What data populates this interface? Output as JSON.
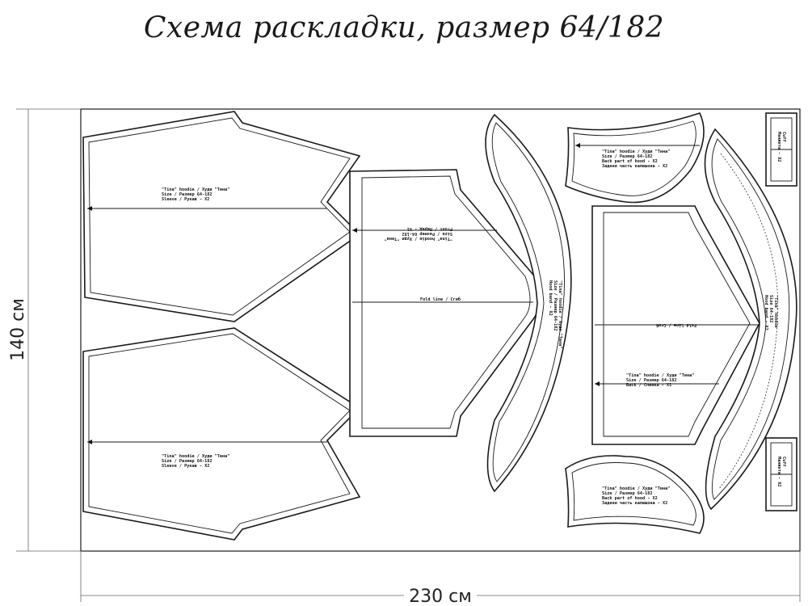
{
  "title": "Схема раскладки, размер 64/182",
  "dimensions": {
    "height": "140 см",
    "width": "230 см"
  },
  "pieces": {
    "sleeve_top": {
      "l1": "\"Tina\" hoodie / Худи \"Тина\"",
      "l2": "Size / Размер  64-182",
      "l3": "Sleeve / Рукав - X2"
    },
    "sleeve_bottom": {
      "l1": "\"Tina\" hoodie / Худи \"Тина\"",
      "l2": "Size / Размер  64-182",
      "l3": "Sleeve / Рукав - X2"
    },
    "front": {
      "l1": "\"Tina\" hoodie / Худи \"Тина\"",
      "l2": "Size / Размер  64-182",
      "l3": "Front / Перед - X1",
      "fold": "Fold line / Сгиб"
    },
    "hood_band": {
      "l1": "\"Tina\" hoodie / Худи \"Тина\"",
      "l2": "Size / Размер  64-182",
      "l3": "Hood band - X2"
    },
    "hood_back_top": {
      "l1": "\"Tina\" hoodie / Худи \"Тина\"",
      "l2": "Size / Размер  64-182",
      "l3": "Back part of hood - X2",
      "l4": "Задняя часть капюшона - X2"
    },
    "hood_back_bottom": {
      "l1": "\"Tina\" hoodie / Худи \"Тина\"",
      "l2": "Size / Размер  64-182",
      "l3": "Back part of hood - X2",
      "l4": "Задняя часть капюшона - X2"
    },
    "back": {
      "l1": "\"Tina\" hoodie / Худи \"Тина\"",
      "l2": "Size / Размер  64-182",
      "l3": "Back / Спинка - X1",
      "fold": "Fold line / Сгиб"
    },
    "side_band": {
      "l1": "\"Tina\" hoodie",
      "l2": "Size 64-182",
      "l3": "Hood band - X2"
    },
    "cuff_top": {
      "l1": "Cuff",
      "l2": "Манжета - X2"
    },
    "cuff_bottom": {
      "l1": "Cuff",
      "l2": "Манжета - X2"
    }
  }
}
